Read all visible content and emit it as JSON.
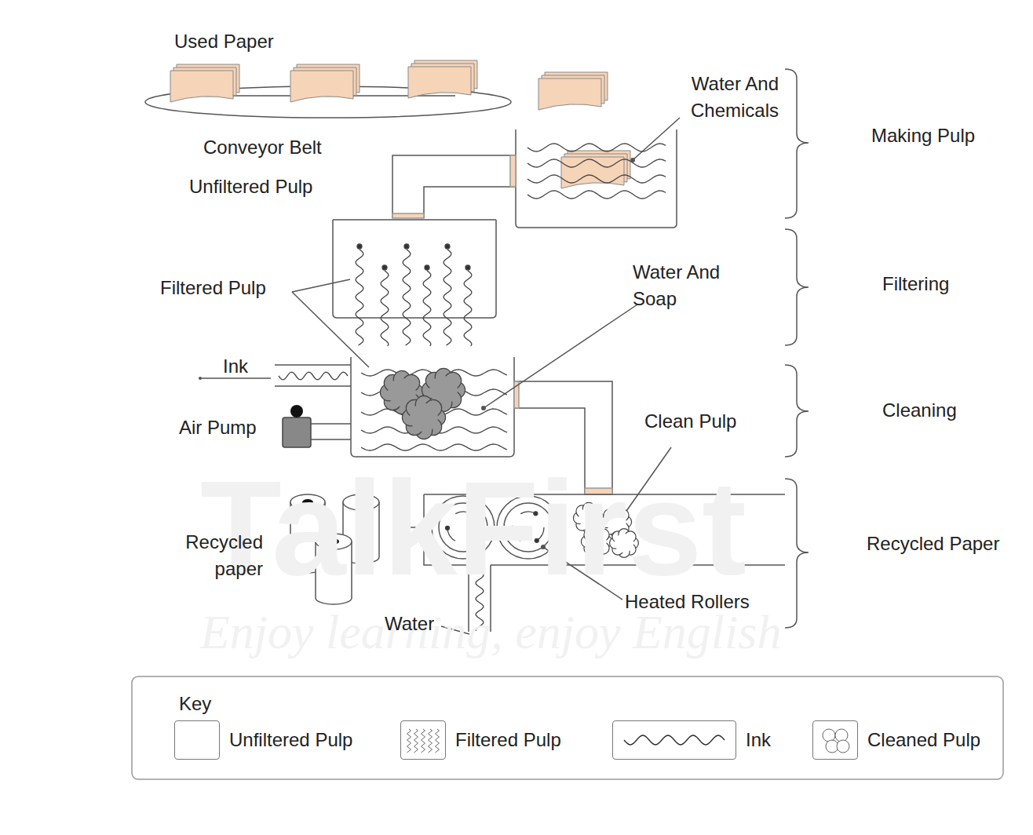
{
  "diagram": {
    "labels": [
      "Used Paper",
      "Conveyor Belt",
      "Unfiltered Pulp",
      "Water And Chemicals",
      "Making Pulp",
      "Filtered Pulp",
      "Water And Soap",
      "Filtering",
      "Ink",
      "Air Pump",
      "Cleaning",
      "Clean Pulp",
      "Recycled paper",
      "Recycled Paper",
      "Heated Rollers",
      "Water",
      "Key",
      "TalkFirst",
      "Enjoy learning, enjoy English"
    ],
    "legend": [
      {
        "text": "Unfiltered Pulp",
        "color": "#ffffff"
      },
      {
        "text": "Filtered Pulp"
      },
      {
        "text": "Ink"
      },
      {
        "text": "Cleaned Pulp"
      }
    ]
  }
}
